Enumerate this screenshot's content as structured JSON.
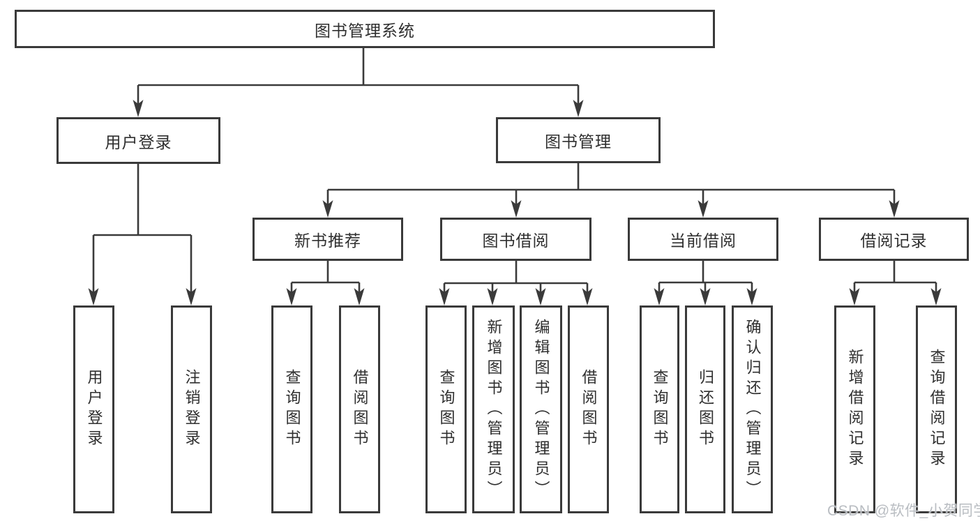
{
  "diagram": {
    "type": "tree",
    "title": "图书管理系统",
    "colors": {
      "line": "#3a3a3a",
      "box_border": "#3a3a3a",
      "text": "#2f2f2f",
      "background": "#ffffff",
      "watermark": "#b9bdc2"
    },
    "nodes": {
      "root": {
        "label": "图书管理系统"
      },
      "user_login": {
        "label": "用户登录"
      },
      "book_mgmt": {
        "label": "图书管理"
      },
      "new_book_rec": {
        "label": "新书推荐"
      },
      "book_borrow": {
        "label": "图书借阅"
      },
      "current_borrow": {
        "label": "当前借阅"
      },
      "borrow_records": {
        "label": "借阅记录"
      },
      "user_login_op": {
        "label": "用户登录"
      },
      "logout_op": {
        "label": "注销登录"
      },
      "query_book_1": {
        "label": "查询图书"
      },
      "borrow_book_1": {
        "label": "借阅图书"
      },
      "query_book_2": {
        "label": "查询图书"
      },
      "add_book_admin": {
        "label": "新增图书（管理员）"
      },
      "edit_book_admin": {
        "label": "编辑图书（管理员）"
      },
      "borrow_book_2": {
        "label": "借阅图书"
      },
      "query_book_3": {
        "label": "查询图书"
      },
      "return_book": {
        "label": "归还图书"
      },
      "confirm_return_admin": {
        "label": "确认归还（管理员）"
      },
      "add_borrow_record": {
        "label": "新增借阅记录"
      },
      "query_borrow_record": {
        "label": "查询借阅记录"
      }
    },
    "edges": [
      [
        "root",
        "user_login"
      ],
      [
        "root",
        "book_mgmt"
      ],
      [
        "user_login",
        "user_login_op"
      ],
      [
        "user_login",
        "logout_op"
      ],
      [
        "book_mgmt",
        "new_book_rec"
      ],
      [
        "book_mgmt",
        "book_borrow"
      ],
      [
        "book_mgmt",
        "current_borrow"
      ],
      [
        "book_mgmt",
        "borrow_records"
      ],
      [
        "new_book_rec",
        "query_book_1"
      ],
      [
        "new_book_rec",
        "borrow_book_1"
      ],
      [
        "book_borrow",
        "query_book_2"
      ],
      [
        "book_borrow",
        "add_book_admin"
      ],
      [
        "book_borrow",
        "edit_book_admin"
      ],
      [
        "book_borrow",
        "borrow_book_2"
      ],
      [
        "current_borrow",
        "query_book_3"
      ],
      [
        "current_borrow",
        "return_book"
      ],
      [
        "current_borrow",
        "confirm_return_admin"
      ],
      [
        "borrow_records",
        "add_borrow_record"
      ],
      [
        "borrow_records",
        "query_borrow_record"
      ]
    ]
  },
  "watermark": {
    "text": "CSDN @软件_小贺同学"
  }
}
